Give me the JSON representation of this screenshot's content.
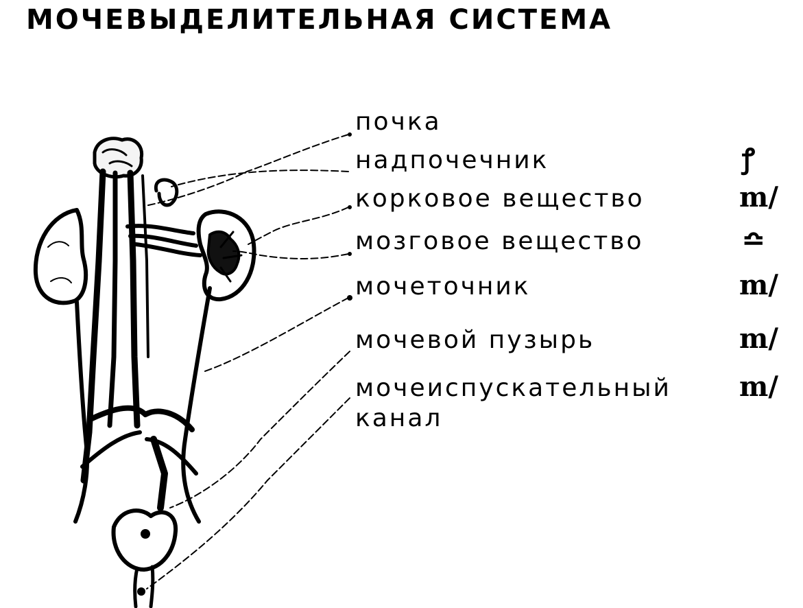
{
  "title": "МОЧЕВЫДЕЛИТЕЛЬНАЯ СИСТЕМА",
  "labels": [
    {
      "text": "почка",
      "mark": ""
    },
    {
      "text": "надпочечник",
      "mark": "ꝭ"
    },
    {
      "text": "корковое вещество",
      "mark": "m/"
    },
    {
      "text": "мозговое вещество",
      "mark": "≏"
    },
    {
      "text": "мочеточник",
      "mark": "m/"
    },
    {
      "text": "мочевой пузырь",
      "mark": "m/"
    },
    {
      "text": "мочеиспускательный",
      "mark": "m/"
    },
    {
      "text": "канал",
      "mark": ""
    }
  ]
}
